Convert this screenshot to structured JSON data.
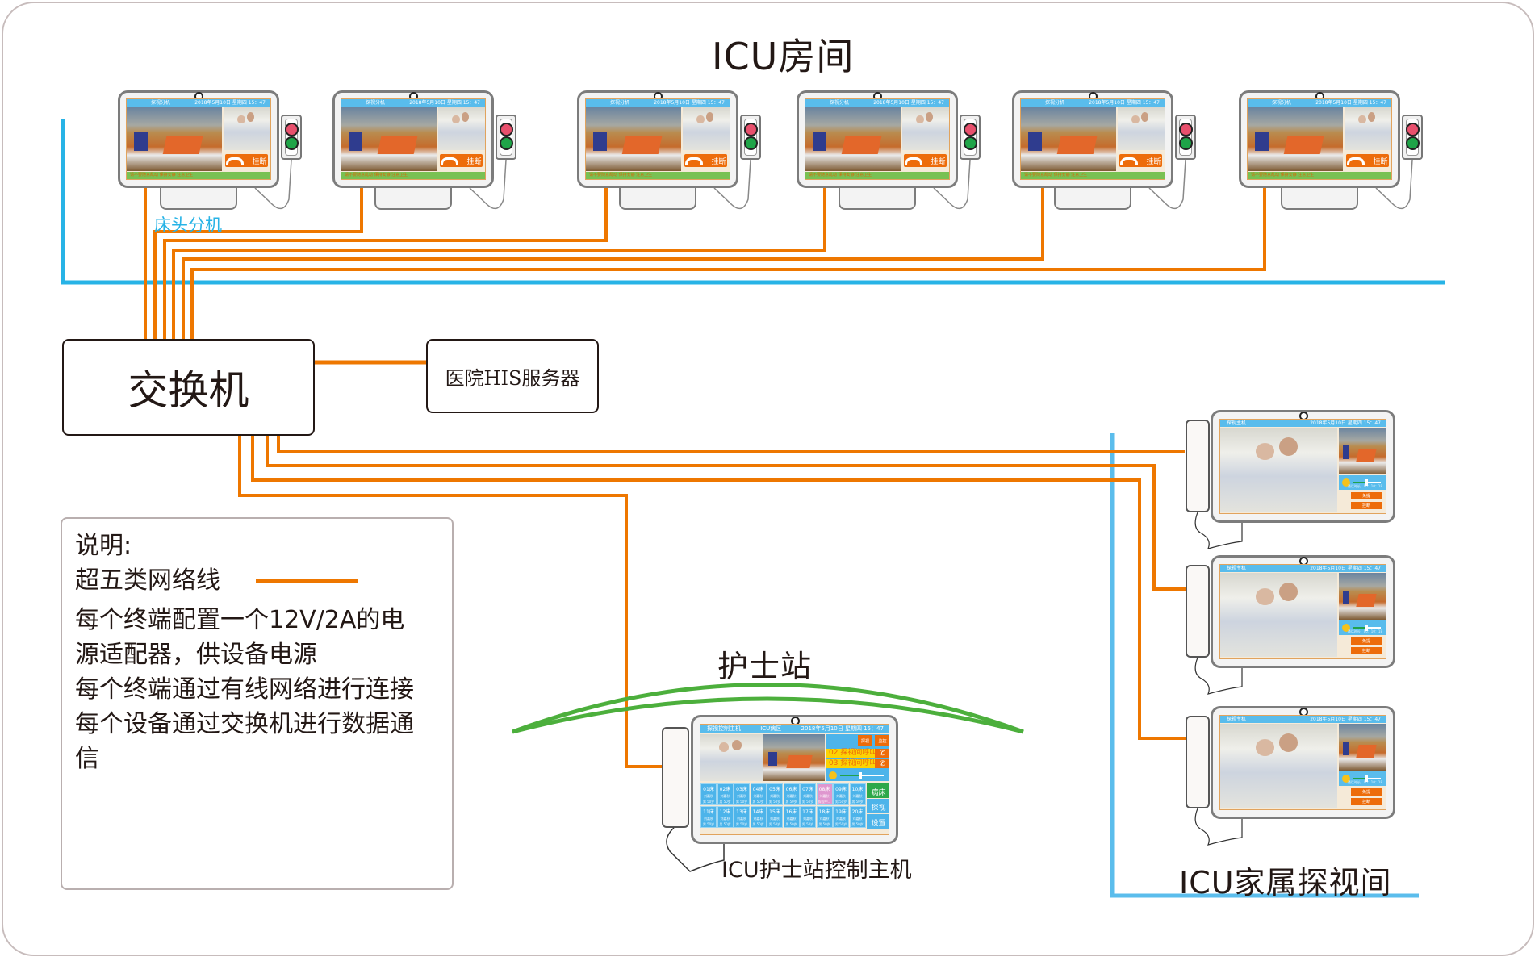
{
  "diagram": {
    "titles": {
      "icu_room": "ICU房间",
      "nurse_station": "护士站",
      "family_visit_room": "ICU家属探视间"
    },
    "colors": {
      "cable": "#ee7700",
      "zone_line": "#27b3e6",
      "nurse_arc": "#4caf3c"
    },
    "nodes": {
      "switch": "交换机",
      "his_server": "医院HIS服务器",
      "bedside_label": "床头分机",
      "nurse_host_label": "ICU护士站控制主机"
    },
    "bedside_terminal": {
      "header_title": "探视分机",
      "header_datetime": "2018年5月10日 星期四 15：47",
      "hangup_label": "挂断",
      "status_text": "请不要随意乱动 保持安静 注意卫生",
      "count": 6
    },
    "visit_host": {
      "header_title": "探视主机",
      "header_datetime": "2018年5月10日 星期四 15：47",
      "duration": "通话时长：00：10：18",
      "handsfree_label": "免提",
      "hangup_label": "挂断",
      "volume": 0.45,
      "count": 3
    },
    "nurse_host": {
      "header_title": "探视控制主机",
      "header_zone": "ICU病区",
      "header_datetime": "2018年5月10日 星期四 15：47",
      "top_buttons": [
        "探视",
        "监控"
      ],
      "calls": [
        {
          "text": "02 探视间呼叫",
          "action": "接听"
        },
        {
          "text": "03 探视间呼叫",
          "action": "接听"
        }
      ],
      "duration": "通话时长：00：10：18",
      "volume": 0.45,
      "beds": [
        {
          "no": "01床",
          "name": "刘嘉秋",
          "info": "男 50岁"
        },
        {
          "no": "02床",
          "name": "刘嘉秋",
          "info": "男 50岁"
        },
        {
          "no": "03床",
          "name": "刘嘉秋",
          "info": "男 50岁"
        },
        {
          "no": "04床",
          "name": "刘嘉秋",
          "info": "男 50岁"
        },
        {
          "no": "05床",
          "name": "刘嘉秋",
          "info": "男 50岁"
        },
        {
          "no": "06床",
          "name": "刘嘉秋",
          "info": "男 50岁"
        },
        {
          "no": "07床",
          "name": "刘嘉秋",
          "info": "男 50岁"
        },
        {
          "no": "08床",
          "name": "刘嘉秋",
          "info": "探视中...",
          "alert": true
        },
        {
          "no": "09床",
          "name": "刘嘉秋",
          "info": "男 50岁"
        },
        {
          "no": "10床",
          "name": "刘嘉秋",
          "info": "男 50岁"
        },
        {
          "no": "11床",
          "name": "刘嘉秋",
          "info": "男 50岁"
        },
        {
          "no": "12床",
          "name": "刘嘉秋",
          "info": "男 50岁"
        },
        {
          "no": "13床",
          "name": "刘嘉秋",
          "info": "男 50岁"
        },
        {
          "no": "14床",
          "name": "刘嘉秋",
          "info": "男 50岁"
        },
        {
          "no": "15床",
          "name": "刘嘉秋",
          "info": "男 50岁"
        },
        {
          "no": "16床",
          "name": "刘嘉秋",
          "info": "男 50岁"
        },
        {
          "no": "17床",
          "name": "刘嘉秋",
          "info": "男 50岁"
        },
        {
          "no": "18床",
          "name": "刘嘉秋",
          "info": "男 50岁"
        },
        {
          "no": "19床",
          "name": "刘嘉秋",
          "info": "男 50岁"
        },
        {
          "no": "20床",
          "name": "刘嘉秋",
          "info": "男 50岁"
        }
      ],
      "side_buttons": [
        {
          "label": "病床",
          "color": "#2ea84a"
        },
        {
          "label": "探视",
          "color": "#4db4ea"
        },
        {
          "label": "设置",
          "color": "#4db4ea"
        }
      ]
    },
    "legend": {
      "heading": "说明:",
      "cable_label": "超五类网络线",
      "notes": "每个终端配置一个12V/2A的电\n源适配器，供设备电源\n每个终端通过有线网络进行连接\n每个设备通过交换机进行数据通\n信"
    }
  }
}
